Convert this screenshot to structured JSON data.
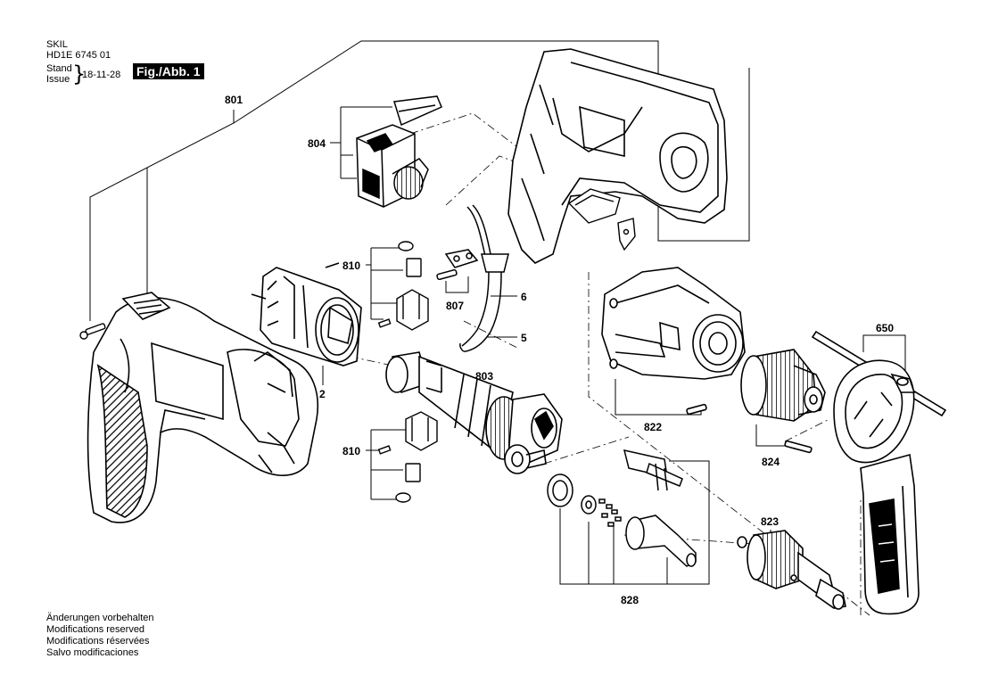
{
  "header": {
    "brand": "SKIL",
    "document_number": "HD1E 6745 01",
    "stand_label": "Stand",
    "issue_label": "Issue",
    "date": "18-11-28",
    "figure_label": "Fig./Abb. 1"
  },
  "notes": [
    "Änderungen vorbehalten",
    "Modifications reserved",
    "Modifications réservées",
    "Salvo modificaciones"
  ],
  "callouts": {
    "c801": "801",
    "c804": "804",
    "c810_top": "810",
    "c807": "807",
    "c6": "6",
    "c5": "5",
    "c2": "2",
    "c803": "803",
    "c810_bottom": "810",
    "c650": "650",
    "c822": "822",
    "c824": "824",
    "c823": "823",
    "c828": "828"
  }
}
